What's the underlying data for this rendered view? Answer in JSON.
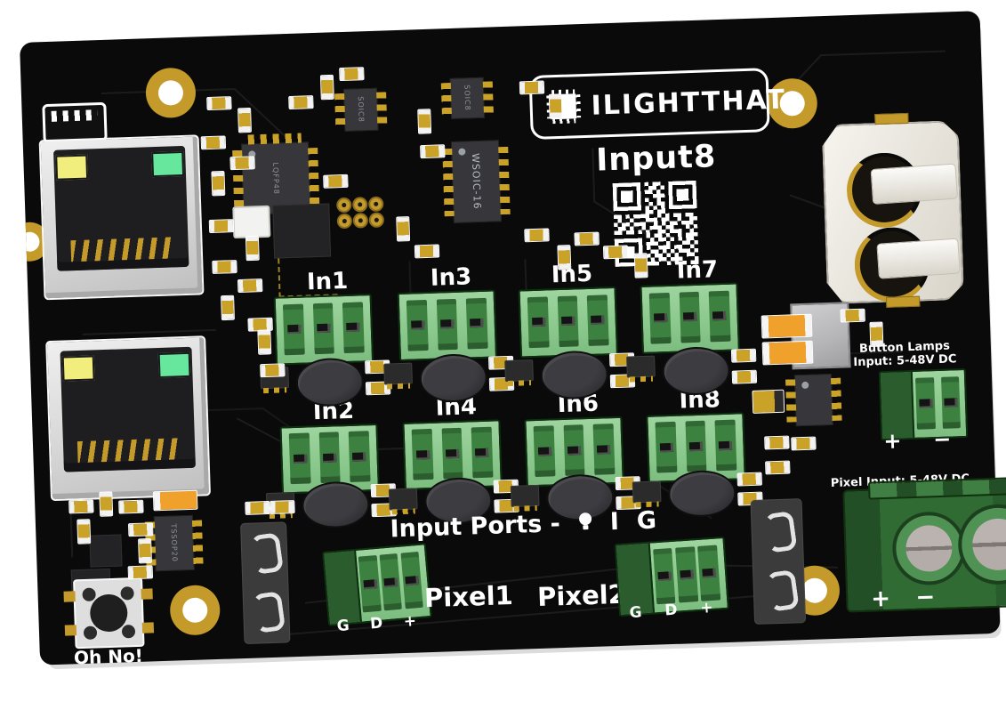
{
  "branding": {
    "logo": "ILIGHTTHAT",
    "model": "Input8"
  },
  "inputs": [
    "In1",
    "In2",
    "In3",
    "In4",
    "In5",
    "In6",
    "In7",
    "In8"
  ],
  "legend": {
    "prefix": "Input Ports -",
    "pin_input": "I",
    "pin_ground": "G"
  },
  "pixel_ports": [
    {
      "label": "Pixel1",
      "pins": [
        "G",
        "D",
        "+"
      ]
    },
    {
      "label": "Pixel2",
      "pins": [
        "G",
        "D",
        "+"
      ]
    }
  ],
  "power": {
    "button_lamps": {
      "line1": "Button Lamps",
      "line2": "Input: 5-48V DC",
      "plus": "+",
      "minus": "−"
    },
    "pixel_input": {
      "label": "Pixel Input: 5-48V DC",
      "plus": "+",
      "minus": "−"
    }
  },
  "misc": {
    "oh_no": "Oh No!"
  },
  "chips": {
    "wsoic16": "WSOIC-16",
    "soic8": "SOIC8",
    "lqfp": "LQFP48",
    "tssop": "TSSOP20"
  },
  "colors": {
    "pcb": "#0a0a0a",
    "terminal_green": "#8cc98e",
    "power_green": "#2f6b33",
    "gold": "#c49a2b",
    "led_yellow": "#f1ee7e",
    "led_green": "#67e69e",
    "silkscreen": "#ffffff"
  },
  "qr_pattern": [
    "111111101011001111111",
    "100000100110101000001",
    "101110101101001011101",
    "101110100011101011101",
    "101110101001001011101",
    "100000100101101000001",
    "111111101010101111111",
    "000000001101100000000",
    "110101111001010110110",
    "010010001110110010011",
    "101101110010101101110",
    "011010010111011000101",
    "110110101001101110010",
    "000000001011010010111",
    "111111100101101010110",
    "100000101110010001101",
    "101110101001110110010",
    "101110100110101011101",
    "101110101011010100110",
    "100000100101101110001",
    "111111101110010101011"
  ]
}
